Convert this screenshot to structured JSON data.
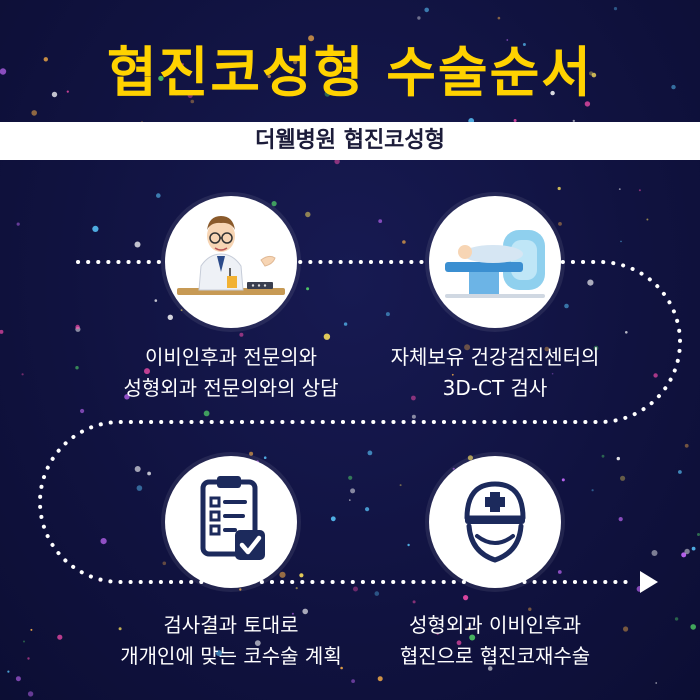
{
  "header": {
    "title": "협진코성형 수술순서",
    "subtitle": "더웰병원 협진코성형"
  },
  "colors": {
    "background": "#10123f",
    "title": "#ffd200",
    "band": "#ffffff",
    "icon_navy": "#1c2a5c"
  },
  "steps": [
    {
      "icon": "doctor-consultation-icon",
      "line1": "이비인후과 전문의와",
      "line2": "성형외과 전문의와의 상담"
    },
    {
      "icon": "ct-scanner-icon",
      "line1": "자체보유 건강검진센터의",
      "line2": "3D-CT 검사"
    },
    {
      "icon": "clipboard-checklist-icon",
      "line1": "검사결과 토대로",
      "line2": "개개인에  맞는 코수술 계획"
    },
    {
      "icon": "nurse-cap-icon",
      "line1": "성형외과 이비인후과",
      "line2": "협진으로 협진코재수술"
    }
  ]
}
